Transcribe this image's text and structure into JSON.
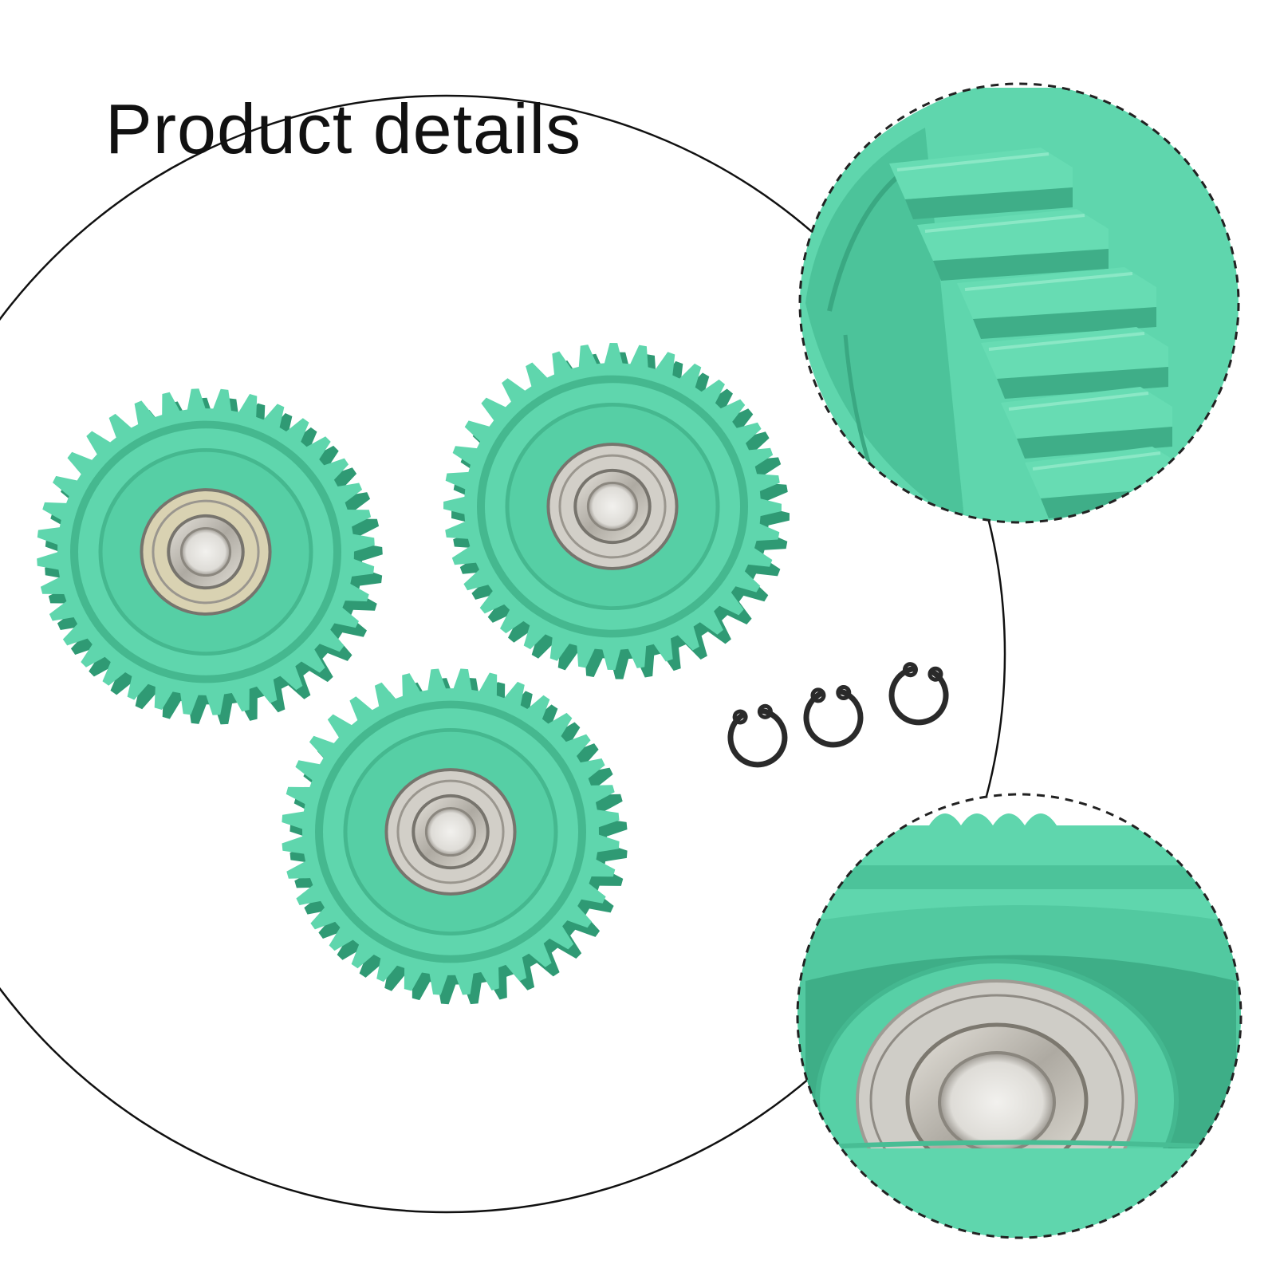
{
  "heading": {
    "title": "Product details"
  },
  "colors": {
    "background": "#ffffff",
    "outline": "#111111",
    "gear_face": "#5fd6ad",
    "gear_shadow": "#45b88f",
    "gear_deep": "#2f9a74",
    "bearing_steel": "#b9b6ae",
    "bearing_dark": "#77746d",
    "circlip": "#2a2a2a"
  },
  "products": {
    "gear_count": 3,
    "gear_teeth": 36,
    "circlip_count": 3
  },
  "icons": {
    "gear": "gear-icon",
    "bearing": "bearing-icon",
    "circlip": "circlip-icon",
    "magnifier": "magnifier-icon"
  }
}
